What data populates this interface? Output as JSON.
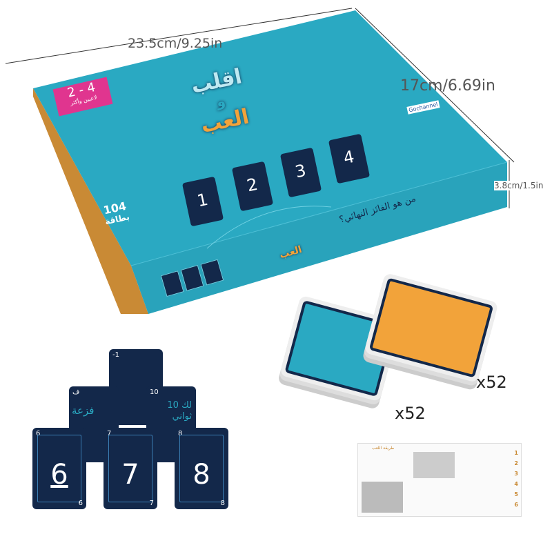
{
  "dimensions": {
    "length": "23.5cm/9.25in",
    "width": "17cm/6.69in",
    "height": "3.8cm/1.5in"
  },
  "box": {
    "title_line1": "اقلب",
    "title_and": "و",
    "title_line2": "العب",
    "players": "2 - 4",
    "players_sub": "لاعبين وأكثر",
    "card_count": "104",
    "card_count_label": "بطاقة",
    "brand": "Gochannel",
    "tagline": "من هو الفائز النهائي؟",
    "cards": [
      "1",
      "2",
      "3",
      "4"
    ],
    "colors": {
      "teal": "#2aa9c2",
      "orange": "#c98a35",
      "navy": "#13284a",
      "pink": "#e0358f"
    }
  },
  "decks": {
    "teal_count": "x52",
    "orange_count": "x52"
  },
  "sample_cards": {
    "back_top": "-1",
    "mid_left_corner": "ف",
    "mid_left_text": "فزعة",
    "mid_right_corner": "10",
    "mid_right_text": "لك 10 ثواني",
    "front": [
      {
        "value": "6"
      },
      {
        "value": "7"
      },
      {
        "value": "8"
      }
    ]
  },
  "instructions": {
    "heading": "طريقة اللعب",
    "steps": [
      "1",
      "2",
      "3",
      "4",
      "5",
      "6"
    ]
  }
}
